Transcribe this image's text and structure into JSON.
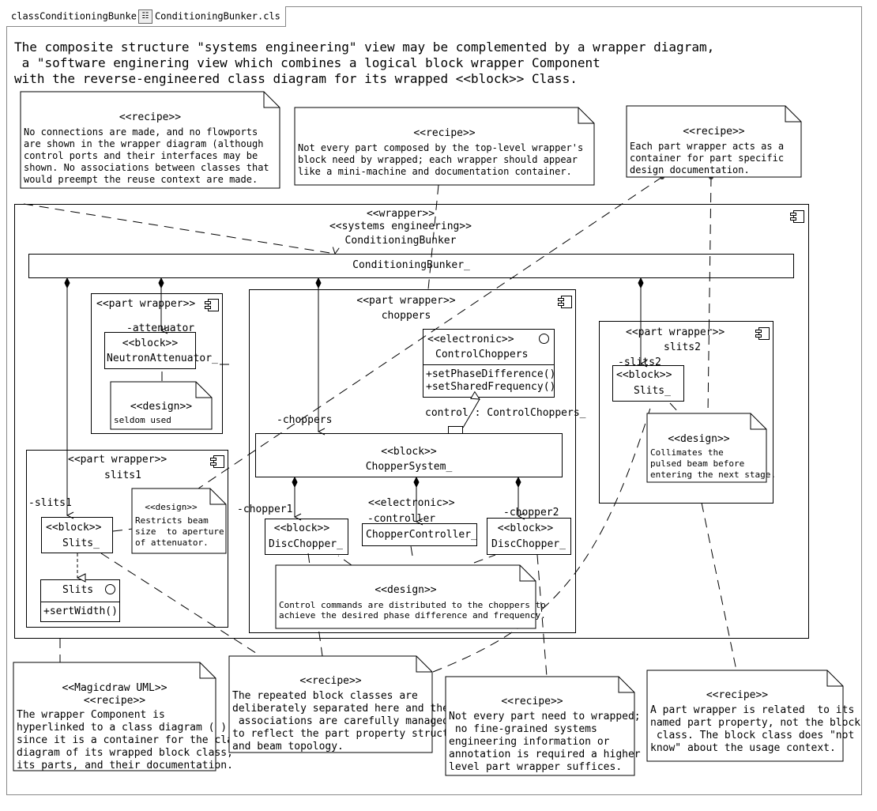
{
  "tab": {
    "prefix": "classConditioningBunke",
    "title": "ConditioningBunker.cls"
  },
  "intro": [
    "The composite structure \"systems engineering\" view may be complemented by a wrapper diagram,",
    " a \"software enginering view which combines a logical block wrapper Component",
    "with the reverse-engineered class diagram for its wrapped <<block>> Class."
  ],
  "notes": {
    "recipe1": {
      "stereo": "<<recipe>>",
      "lines": [
        "No connections are made, and no flowports",
        "are shown in the wrapper diagram (although",
        "control ports and their interfaces may be",
        "shown. No associations between classes that",
        "would preempt the reuse context are made."
      ]
    },
    "recipe2": {
      "stereo": "<<recipe>>",
      "lines": [
        "Not every part composed by the top-level wrapper's",
        "block need by wrapped; each wrapper should appear",
        "like a mini-machine and documentation container."
      ]
    },
    "recipe3": {
      "stereo": "<<recipe>>",
      "lines": [
        "Each part wrapper acts as a",
        "container for part specific",
        "design documentation."
      ]
    },
    "design_att": {
      "stereo": "<<design>>",
      "lines": [
        "seldom used"
      ]
    },
    "design_slits1": {
      "stereo": "<<design>>",
      "lines": [
        "Restricts beam",
        "size  to aperture",
        "of attenuator."
      ]
    },
    "design_slits2": {
      "stereo": "<<design>>",
      "lines": [
        "Collimates the",
        "pulsed beam before",
        "entering the next stage."
      ]
    },
    "design_choppers": {
      "stereo": "<<design>>",
      "lines": [
        "Control commands are distributed to the choppers to",
        "achieve the desired phase difference and frequency."
      ]
    },
    "magicdraw": {
      "stereo1": "<<Magicdraw UML>>",
      "stereo": "<<recipe>>",
      "lines": [
        "The wrapper Component is",
        "hyperlinked to a class diagram ( )",
        "since it is a container for the class",
        "diagram of its wrapped block class,",
        "its parts, and their documentation."
      ]
    },
    "recipe4": {
      "stereo": "<<recipe>>",
      "lines": [
        "The repeated block classes are",
        "deliberately separated here and their",
        " associations are carefully managed",
        "to reflect the part property structure",
        "and beam topology."
      ]
    },
    "recipe5": {
      "stereo": "<<recipe>>",
      "lines": [
        "Not every part need to wrapped; if",
        " no fine-grained systems",
        "engineering information or",
        "annotation is required a higher",
        "level part wrapper suffices."
      ]
    },
    "recipe6": {
      "stereo": "<<recipe>>",
      "lines": [
        "A part wrapper is related  to its",
        "named part property, not the block",
        " class. The block class does \"not",
        "know\" about the usage context."
      ]
    }
  },
  "wrapper": {
    "stereo1": "<<wrapper>>",
    "stereo2": "<<systems engineering>>",
    "name": "ConditioningBunker",
    "bar": "ConditioningBunker_"
  },
  "att": {
    "stereo": "<<part wrapper>>",
    "role": "-attenuator",
    "block_stereo": "<<block>>",
    "block_name": "NeutronAttenuator_"
  },
  "slits1": {
    "stereo": "<<part wrapper>>",
    "name": "slits1",
    "role": "-slits1",
    "block_stereo": "<<block>>",
    "block_name": "Slits_",
    "class_name": "Slits",
    "op": "+sertWidth()"
  },
  "choppers": {
    "stereo": "<<part wrapper>>",
    "name": "choppers",
    "iface_stereo": "<<electronic>>",
    "iface_name": "ControlChoppers",
    "ops": [
      "+setPhaseDifference()",
      "+setSharedFrequency()"
    ],
    "port_label": "control : ControlChoppers_",
    "role": "-choppers",
    "system_stereo": "<<block>>",
    "system_name": "ChopperSystem_",
    "chopper1_role": "-chopper1",
    "chopper1_stereo": "<<block>>",
    "chopper1_name": "DiscChopper_",
    "ctrl_stereo": "<<electronic>>",
    "ctrl_role": "-controller",
    "ctrl_name": "ChopperController_",
    "chopper2_role": "-chopper2",
    "chopper2_stereo": "<<block>>",
    "chopper2_name": "DiscChopper_"
  },
  "slits2": {
    "stereo": "<<part wrapper>>",
    "name": "slits2",
    "role": "-slits2",
    "block_stereo": "<<block>>",
    "block_name": "Slits_"
  }
}
